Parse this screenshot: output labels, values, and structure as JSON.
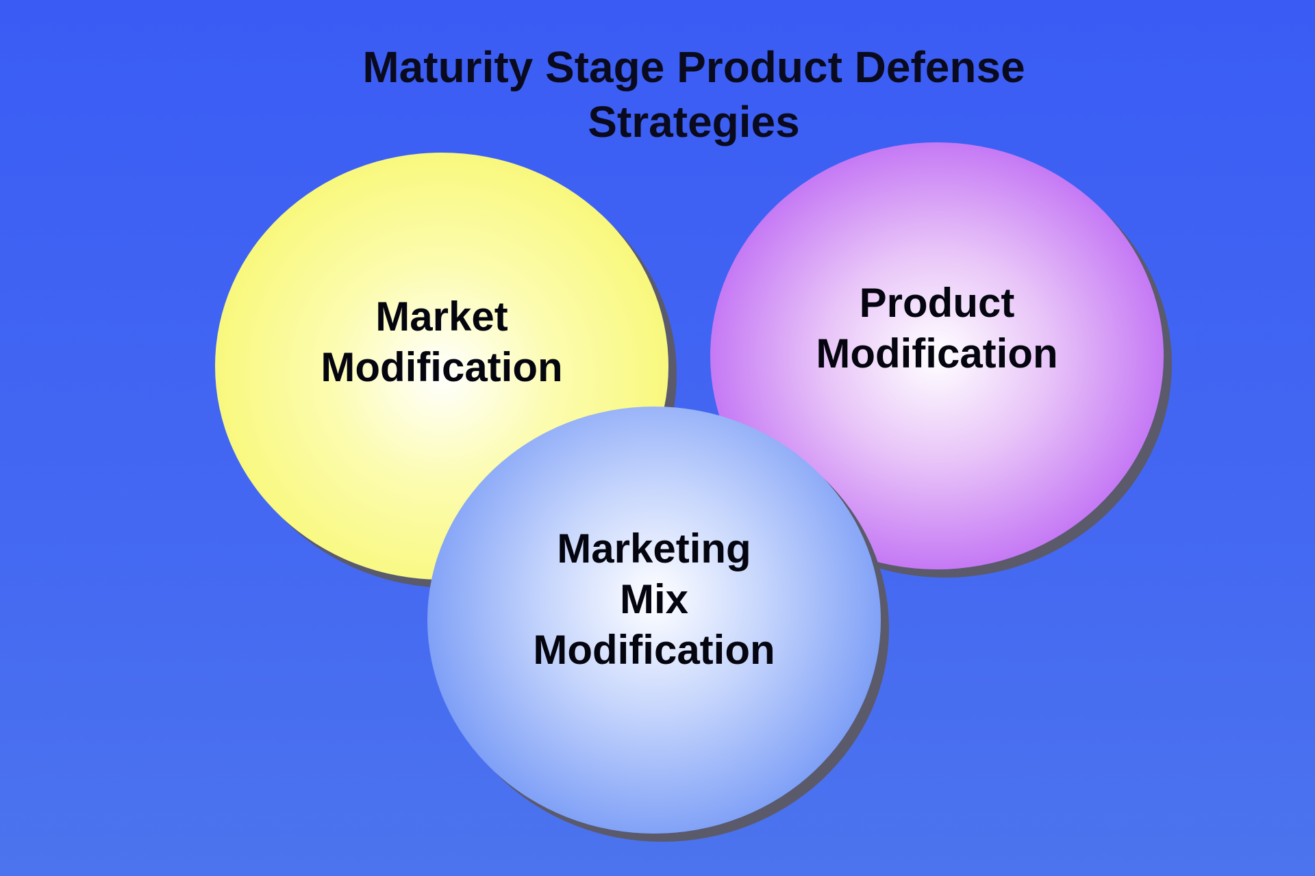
{
  "title": "Maturity Stage Product Defense\nStrategies",
  "circles": {
    "market": "Market\nModification",
    "product": "Product\nModification",
    "marketing_mix": "Marketing\nMix\nModification"
  },
  "colors": {
    "background": "#3f62f3",
    "market": "#f8f878",
    "product": "#c170f4",
    "marketing_mix": "#7a9cf6"
  }
}
